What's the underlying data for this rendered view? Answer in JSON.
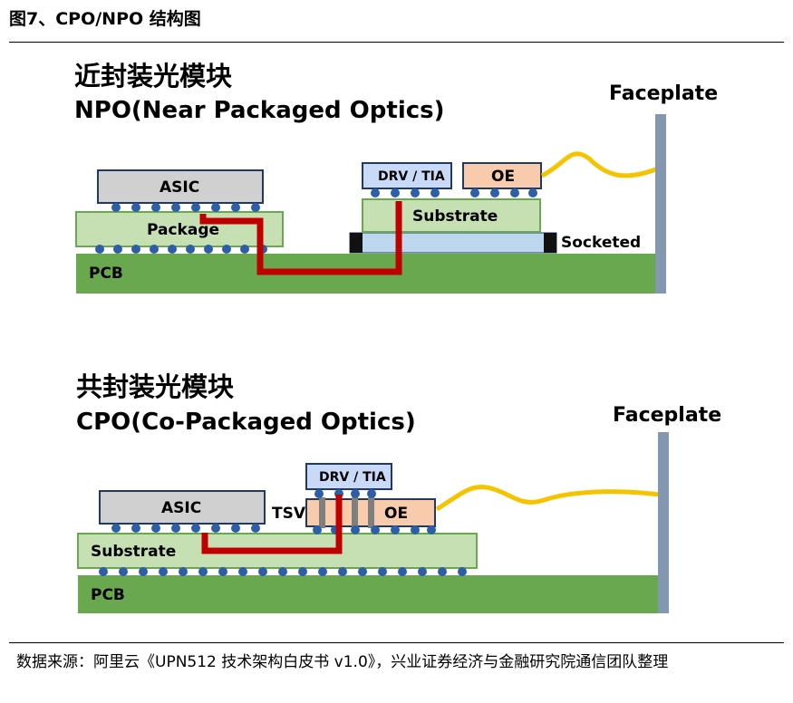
{
  "figure": {
    "title": "图7、CPO/NPO 结构图",
    "source": "数据来源：阿里云《UPN512  技术架构白皮书  v1.0》，兴业证券经济与金融研究院通信团队整理"
  },
  "npo": {
    "title_cn": "近封装光模块",
    "title_en": "NPO(Near Packaged Optics)",
    "asic": "ASIC",
    "package": "Package",
    "pcb": "PCB",
    "drv_tia": "DRV / TIA",
    "oe": "OE",
    "substrate": "Substrate",
    "socketed": "Socketed",
    "faceplate": "Faceplate"
  },
  "cpo": {
    "title_cn": "共封装光模块",
    "title_en": "CPO(Co-Packaged Optics)",
    "asic": "ASIC",
    "tsv": "TSV",
    "drv_tia": "DRV / TIA",
    "oe": "OE",
    "substrate": "Substrate",
    "pcb": "PCB",
    "faceplate": "Faceplate"
  },
  "colors": {
    "pcb": "#6aa84f",
    "substrate": "#c6e0b4",
    "asic": "#d0d0d0",
    "drv": "#c9daf8",
    "oe": "#f8cbad",
    "socket": "#bdd7ee",
    "trace": "#c00000",
    "bump": "#2e5ea8",
    "fiber": "#f5c400",
    "faceplate": "#8497b0",
    "outline": "#1f3864"
  }
}
